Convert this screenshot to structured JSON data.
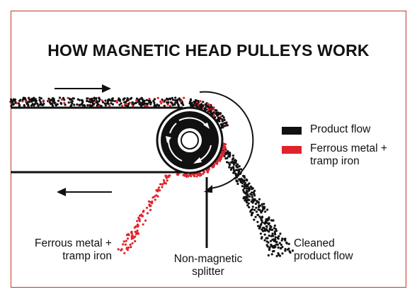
{
  "title": "HOW MAGNETIC HEAD  PULLEYS WORK",
  "colors": {
    "product": "#111111",
    "ferrous": "#e0242c",
    "frame": "#c0392b"
  },
  "legend": [
    {
      "label": "Product flow",
      "color": "#111111"
    },
    {
      "label": "Ferrous metal +\ntramp iron",
      "color": "#e0242c"
    }
  ],
  "labels": {
    "ferrous": "Ferrous metal +\ntramp iron",
    "splitter": "Non-magnetic\nsplitter",
    "cleaned": "Cleaned\nproduct flow"
  },
  "icons": [
    "arrow-right-icon",
    "arrow-left-icon",
    "rotation-arrow-icon"
  ]
}
